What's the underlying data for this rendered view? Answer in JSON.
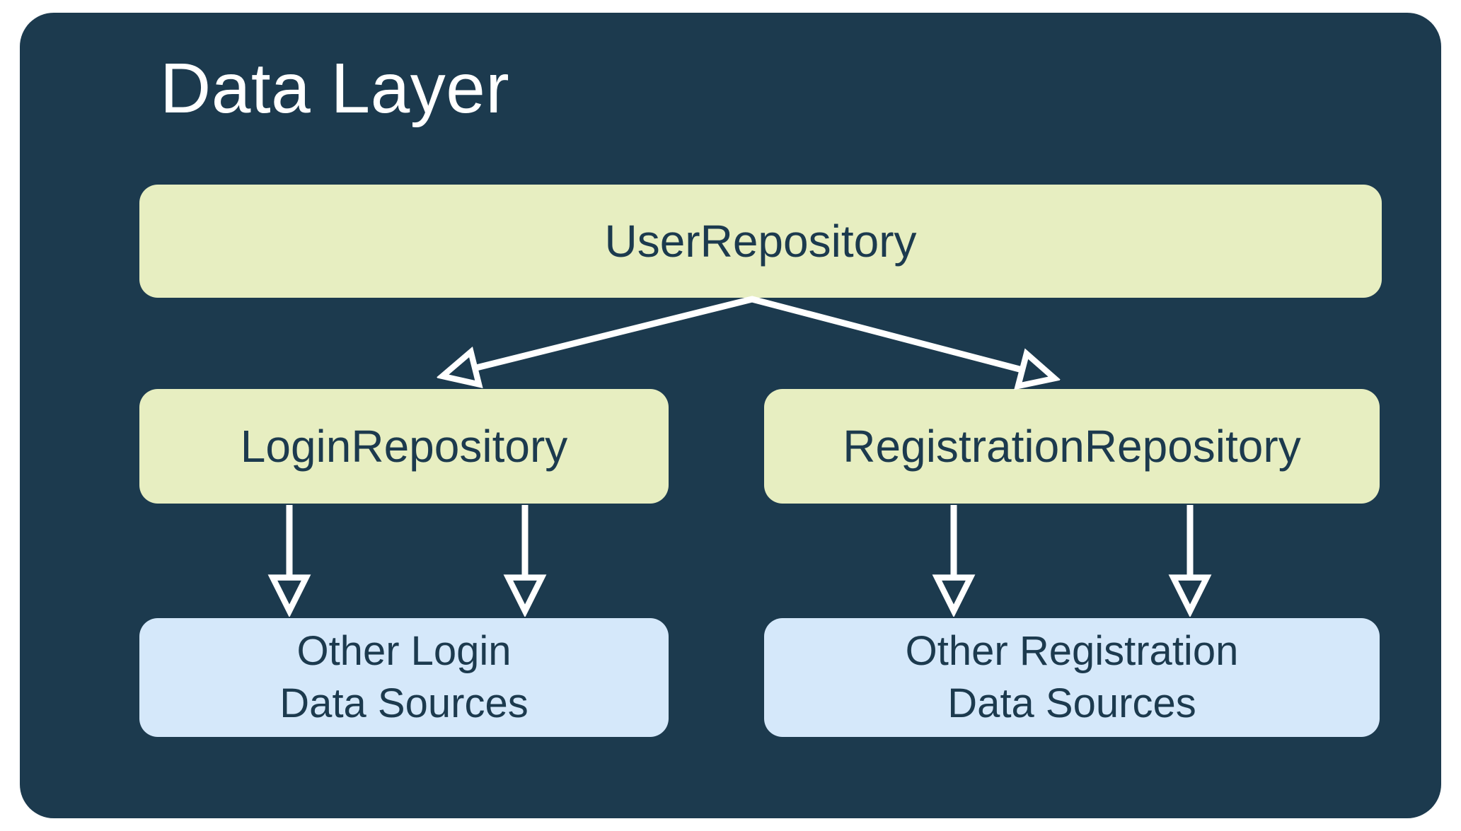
{
  "diagram": {
    "title": "Data Layer",
    "nodes": {
      "user_repository": {
        "label": "UserRepository"
      },
      "login_repository": {
        "label": "LoginRepository"
      },
      "registration_repository": {
        "label": "RegistrationRepository"
      },
      "other_login_sources": {
        "line1": "Other Login",
        "line2": "Data Sources"
      },
      "other_registration_sources": {
        "line1": "Other Registration",
        "line2": "Data Sources"
      }
    },
    "edges": [
      {
        "from": "user_repository",
        "to": "login_repository"
      },
      {
        "from": "user_repository",
        "to": "registration_repository"
      },
      {
        "from": "login_repository",
        "to": "other_login_sources"
      },
      {
        "from": "login_repository",
        "to": "other_login_sources"
      },
      {
        "from": "registration_repository",
        "to": "other_registration_sources"
      },
      {
        "from": "registration_repository",
        "to": "other_registration_sources"
      }
    ],
    "colors": {
      "page_bg": "#ffffff",
      "container_bg": "#1c3a4e",
      "repository_box_bg": "#e7eec1",
      "data_source_box_bg": "#d5e8fa",
      "box_text": "#1c3a4e",
      "title_text": "#ffffff",
      "arrow": "#ffffff"
    }
  }
}
